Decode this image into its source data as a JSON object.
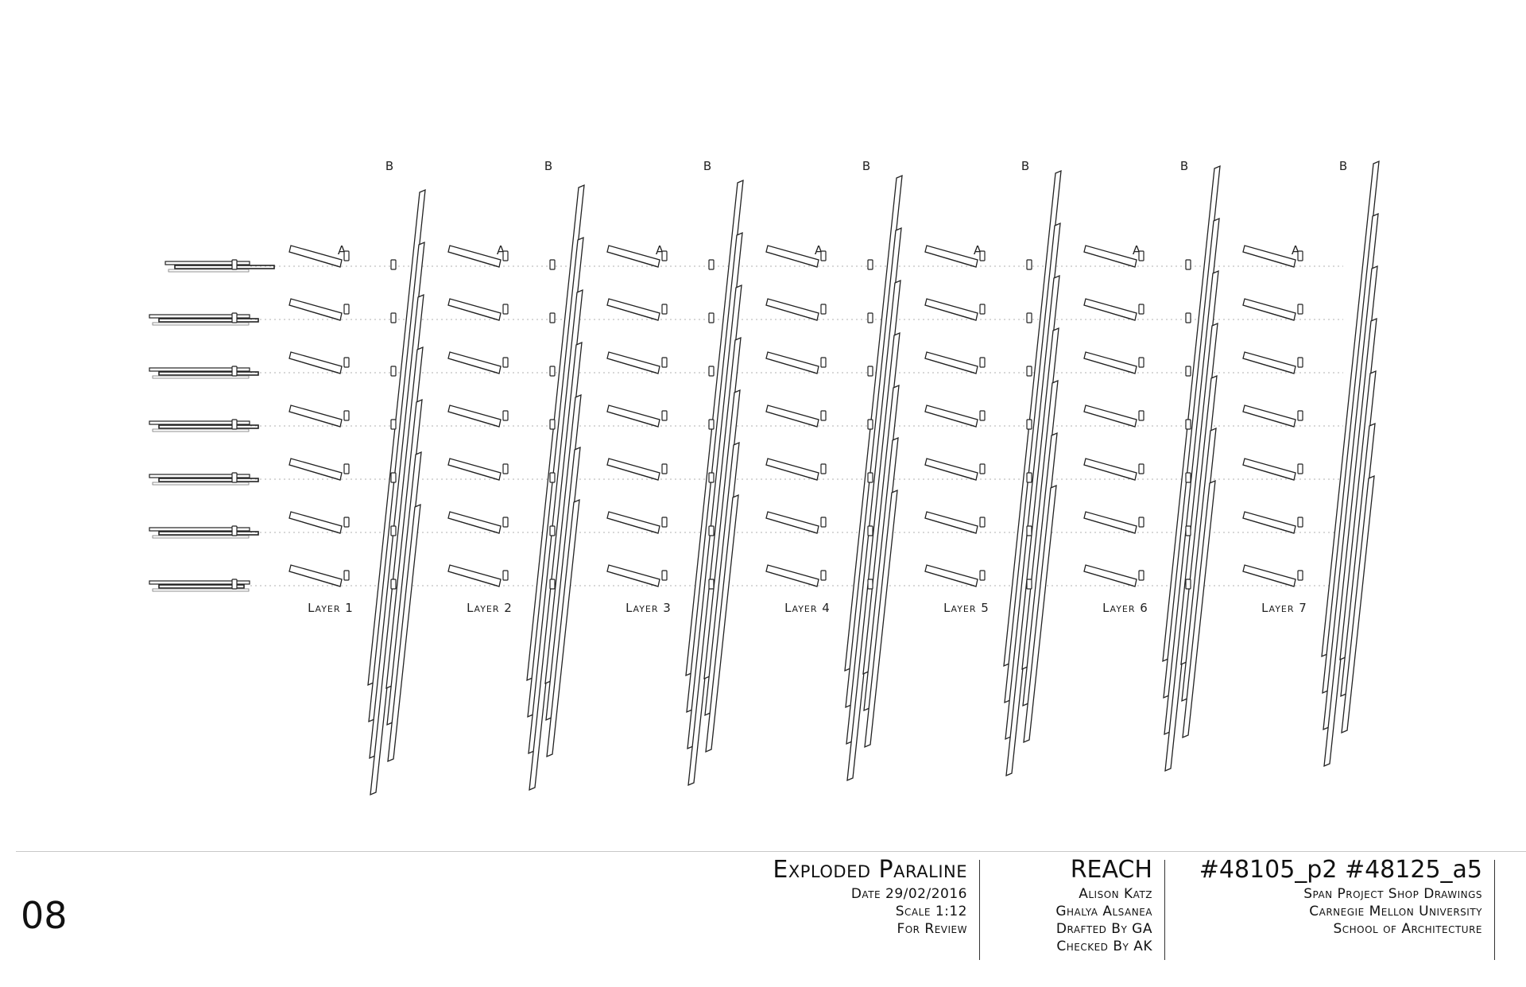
{
  "drawing": {
    "layers": [
      "Layer 1",
      "Layer 2",
      "Layer 3",
      "Layer 4",
      "Layer 5",
      "Layer 6",
      "Layer 7"
    ],
    "label_a": "A",
    "label_b": "B",
    "rows_per_layer": 7,
    "line_color": "#222222",
    "guide_color": "#b0b0b0"
  },
  "sheet_number": "08",
  "title_block": {
    "drawing": {
      "title": "Exploded Paraline",
      "date": "Date 29/02/2016",
      "scale": "Scale 1:12",
      "status": "For Review"
    },
    "project": {
      "title": "REACH",
      "author1": "Alison Katz",
      "author2": "Ghalya Alsanea",
      "drafted": "Drafted By GA",
      "checked": "Checked By AK"
    },
    "course": {
      "title": "#48105_p2 #48125_a5",
      "line1": "Span Project Shop Drawings",
      "line2": "Carnegie Mellon University",
      "line3": "School of Architecture"
    }
  }
}
